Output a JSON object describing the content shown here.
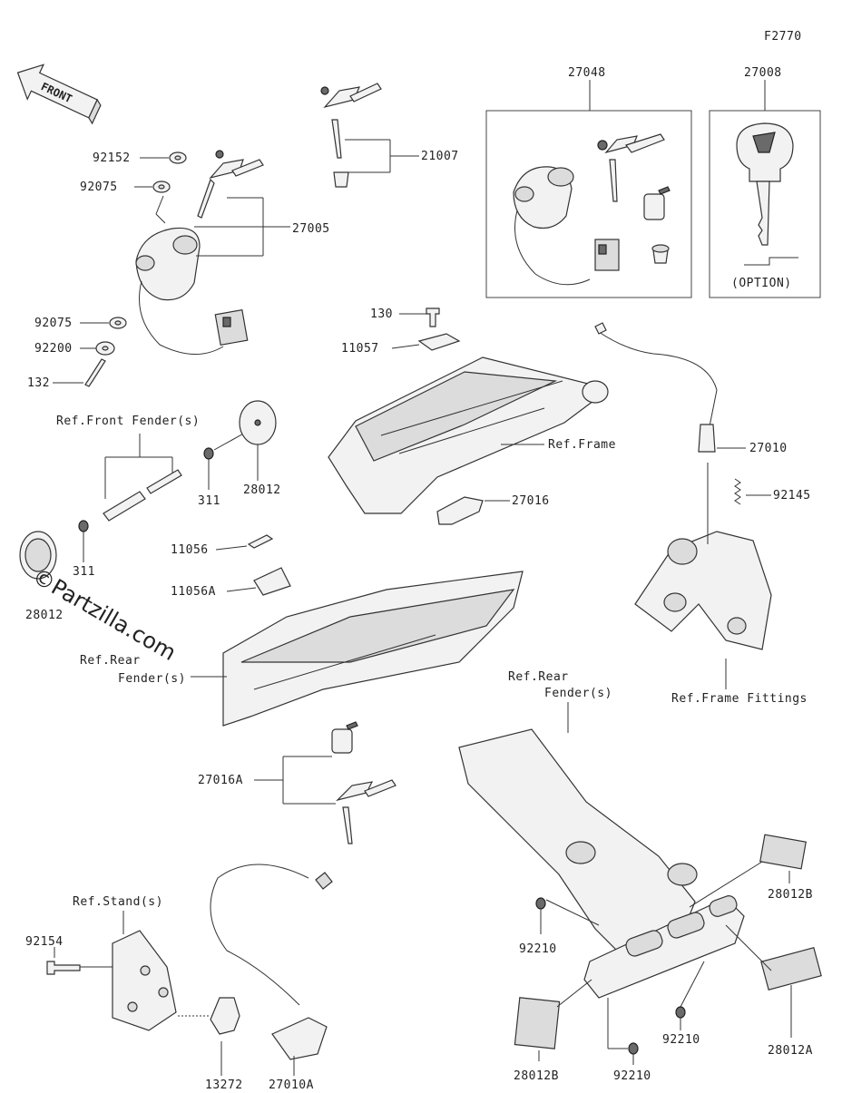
{
  "diagram_code": "F2770",
  "front_arrow": "FRONT",
  "labels": {
    "p27048": "27048",
    "p27008": "27008",
    "option": "(OPTION)",
    "p92152": "92152",
    "p92075a": "92075",
    "p27005": "27005",
    "p21007": "21007",
    "p92075b": "92075",
    "p92200": "92200",
    "p132": "132",
    "p130": "130",
    "p11057": "11057",
    "ref_front_fender": "Ref.Front Fender(s)",
    "p28012": "28012",
    "p311a": "311",
    "p311b": "311",
    "p28012_left": "28012",
    "ref_frame": "Ref.Frame",
    "p27010": "27010",
    "p92145": "92145",
    "p27016": "27016",
    "p11056": "11056",
    "p11056A": "11056A",
    "ref_rear_fender_1_line1": "Ref.Rear",
    "ref_rear_fender_1_line2": "Fender(s)",
    "ref_frame_fittings": "Ref.Frame Fittings",
    "ref_rear_fender_2_line1": "Ref.Rear",
    "ref_rear_fender_2_line2": "Fender(s)",
    "p27016A": "27016A",
    "ref_stand": "Ref.Stand(s)",
    "p92154": "92154",
    "p92210a": "92210",
    "p28012B_right": "28012B",
    "p28012A": "28012A",
    "p92210b": "92210",
    "p13272": "13272",
    "p27010A": "27010A",
    "p28012B_left": "28012B",
    "p92210c": "92210"
  },
  "watermark": "©Partzilla.com",
  "icons": [
    "front-arrow-icon",
    "key-icon",
    "ignition-switch-icon",
    "connector-icon",
    "reflector-icon"
  ]
}
